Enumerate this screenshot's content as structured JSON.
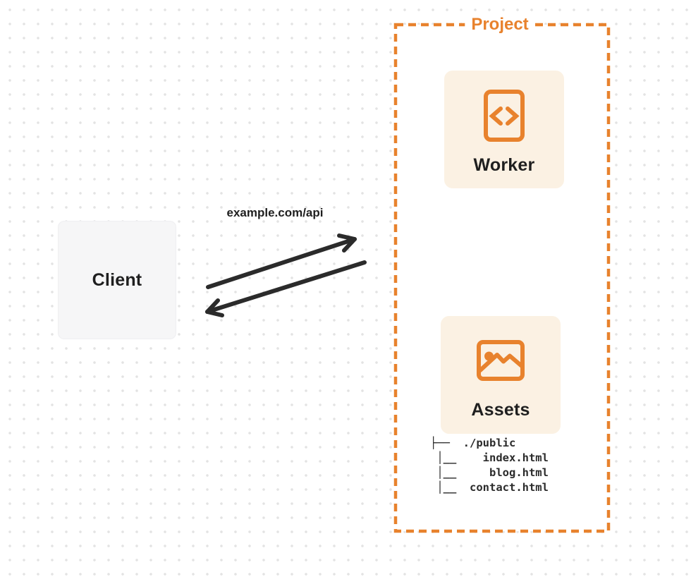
{
  "colors": {
    "orange": "#E8822D",
    "card_bg": "#FBF1E3",
    "client_bg": "#F6F6F7",
    "text_dark": "#1F1F1F",
    "arrow": "#2B2B2B",
    "dot": "#E3E3E3",
    "background": "#FFFFFF"
  },
  "client": {
    "label": "Client"
  },
  "request": {
    "label": "example.com/api"
  },
  "project": {
    "label": "Project",
    "nodes": [
      {
        "id": "worker",
        "label": "Worker",
        "icon": "code-file-icon"
      },
      {
        "id": "assets",
        "label": "Assets",
        "icon": "image-icon"
      }
    ],
    "file_tree": {
      "root": "./public",
      "files": [
        "index.html",
        "blog.html",
        "contact.html"
      ],
      "ascii": "├──  ./public\n │__    index.html\n │__     blog.html\n │__  contact.html"
    }
  }
}
